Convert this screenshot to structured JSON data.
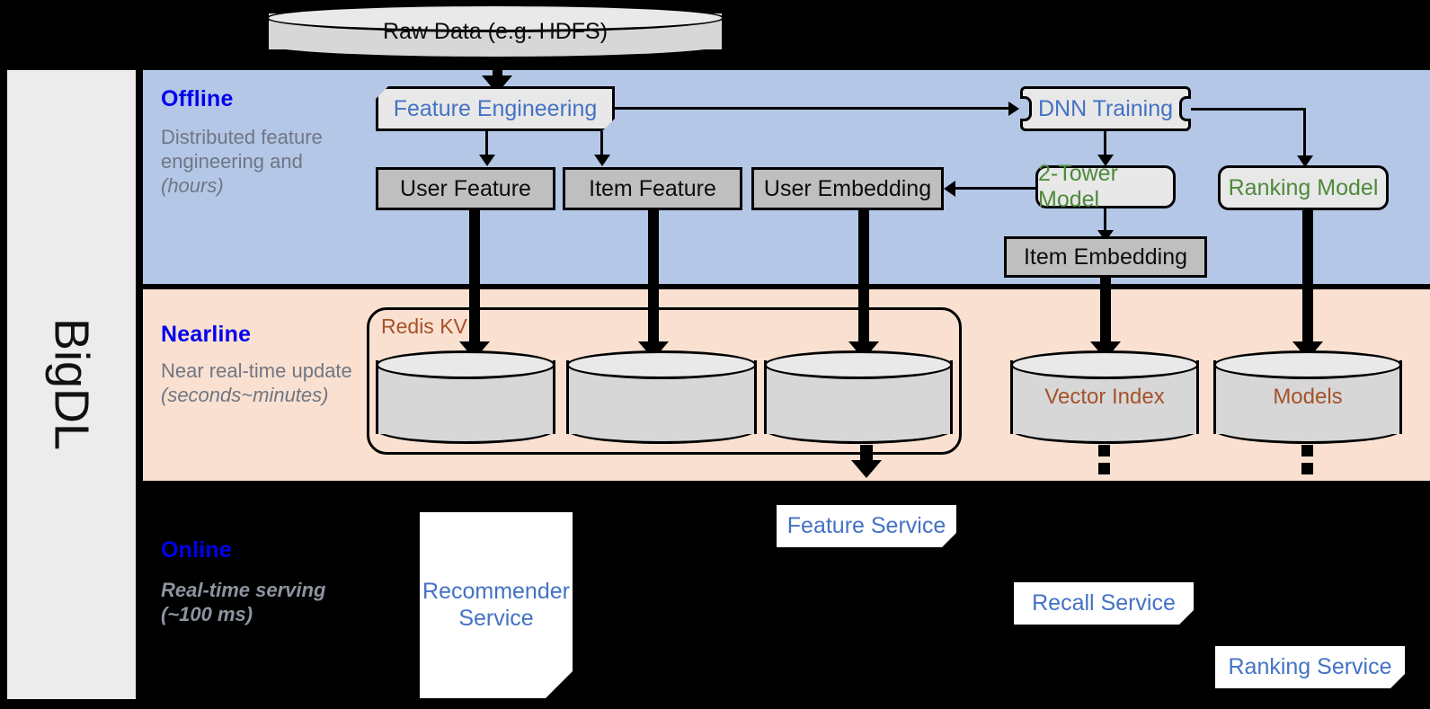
{
  "rail": {
    "label": "BigDL"
  },
  "bands": {
    "offline": {
      "title": "Offline",
      "subtitle": "Distributed feature engineering and ",
      "subtitle_em": "(hours)",
      "bg": "#b4c7e7"
    },
    "nearline": {
      "title": "Nearline",
      "subtitle": "Near real-time update ",
      "subtitle_em": "(seconds~minutes)",
      "bg": "#fae0d0"
    },
    "online": {
      "title": "Online",
      "subtitle": "Real-time serving ",
      "subtitle_em": "(~100 ms)",
      "bg": "#000000"
    }
  },
  "source": {
    "label": "Raw Data (e.g. HDFS)"
  },
  "offline_nodes": {
    "feature_engineering": "Feature Engineering",
    "dnn_training": "DNN Training",
    "user_feature": "User Feature",
    "item_feature": "Item Feature",
    "user_embedding": "User Embedding",
    "two_tower_model": "2-Tower Model",
    "ranking_model": "Ranking Model",
    "item_embedding": "Item Embedding"
  },
  "nearline_nodes": {
    "redis_group": "Redis KV",
    "store_1": "",
    "store_2": "",
    "store_3": "",
    "vector_index": "Vector Index",
    "models": "Models"
  },
  "online_nodes": {
    "recommender_service": "Recommender Service",
    "feature_service": "Feature Service",
    "recall_service": "Recall Service",
    "ranking_service": "Ranking Service"
  },
  "colors": {
    "band_title": "#0000ee",
    "band_subtitle": "#6f7684",
    "box_blue_text": "#4472c4",
    "box_green_text": "#4e8a3c",
    "redis_brown": "#a5522a",
    "gray_box": "#bfbfbf",
    "light_box": "#e8e8e8"
  }
}
